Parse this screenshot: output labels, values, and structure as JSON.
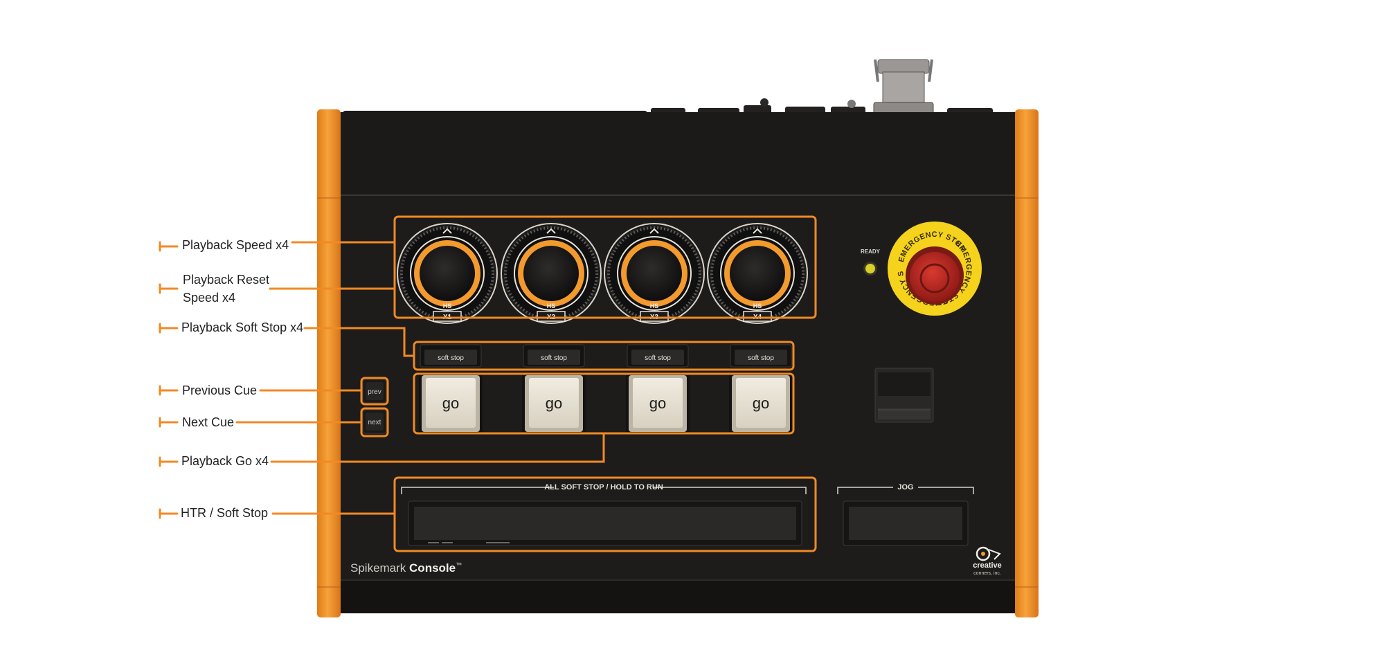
{
  "colors": {
    "accent": "#f08a24",
    "rail": "#f39a2e",
    "panel": "#1e1c1b",
    "panel_lower": "#242120",
    "key_face": "#e7e1d3",
    "estop_yellow": "#f5d21c",
    "estop_red": "#c72d25",
    "ready_led": "#d9cf2a"
  },
  "callouts": [
    {
      "id": "speed",
      "text": "Playback Speed x4"
    },
    {
      "id": "reset",
      "text": "Playback Reset\nSpeed x4"
    },
    {
      "id": "softstop",
      "text": "Playback Soft Stop x4"
    },
    {
      "id": "prev",
      "text": "Previous Cue"
    },
    {
      "id": "next",
      "text": "Next Cue"
    },
    {
      "id": "go",
      "text": "Playback Go x4"
    },
    {
      "id": "htr",
      "text": "HTR / Soft Stop"
    }
  ],
  "console": {
    "brand_light": "Spikemark ",
    "brand_bold": "Console",
    "trademark": "™",
    "ready_label": "READY",
    "estop_text": "EMERGENCY STOP",
    "htr_label": "ALL SOFT STOP / HOLD TO RUN",
    "jog_label": "JOG",
    "prev_label": "prev",
    "next_label": "next",
    "logo_top": "creative",
    "logo_bottom": "conners, inc.",
    "knob_mark": "HS",
    "knobs": [
      {
        "label": "X1"
      },
      {
        "label": "X2"
      },
      {
        "label": "X3"
      },
      {
        "label": "X4"
      }
    ],
    "soft_stops": [
      {
        "label": "soft stop"
      },
      {
        "label": "soft stop"
      },
      {
        "label": "soft stop"
      },
      {
        "label": "soft stop"
      }
    ],
    "go_buttons": [
      {
        "label": "go"
      },
      {
        "label": "go"
      },
      {
        "label": "go"
      },
      {
        "label": "go"
      }
    ]
  },
  "icons": [
    "chevron-up-icon",
    "creative-conners-logo-icon",
    "emergency-stop-icon",
    "ready-led-icon"
  ]
}
